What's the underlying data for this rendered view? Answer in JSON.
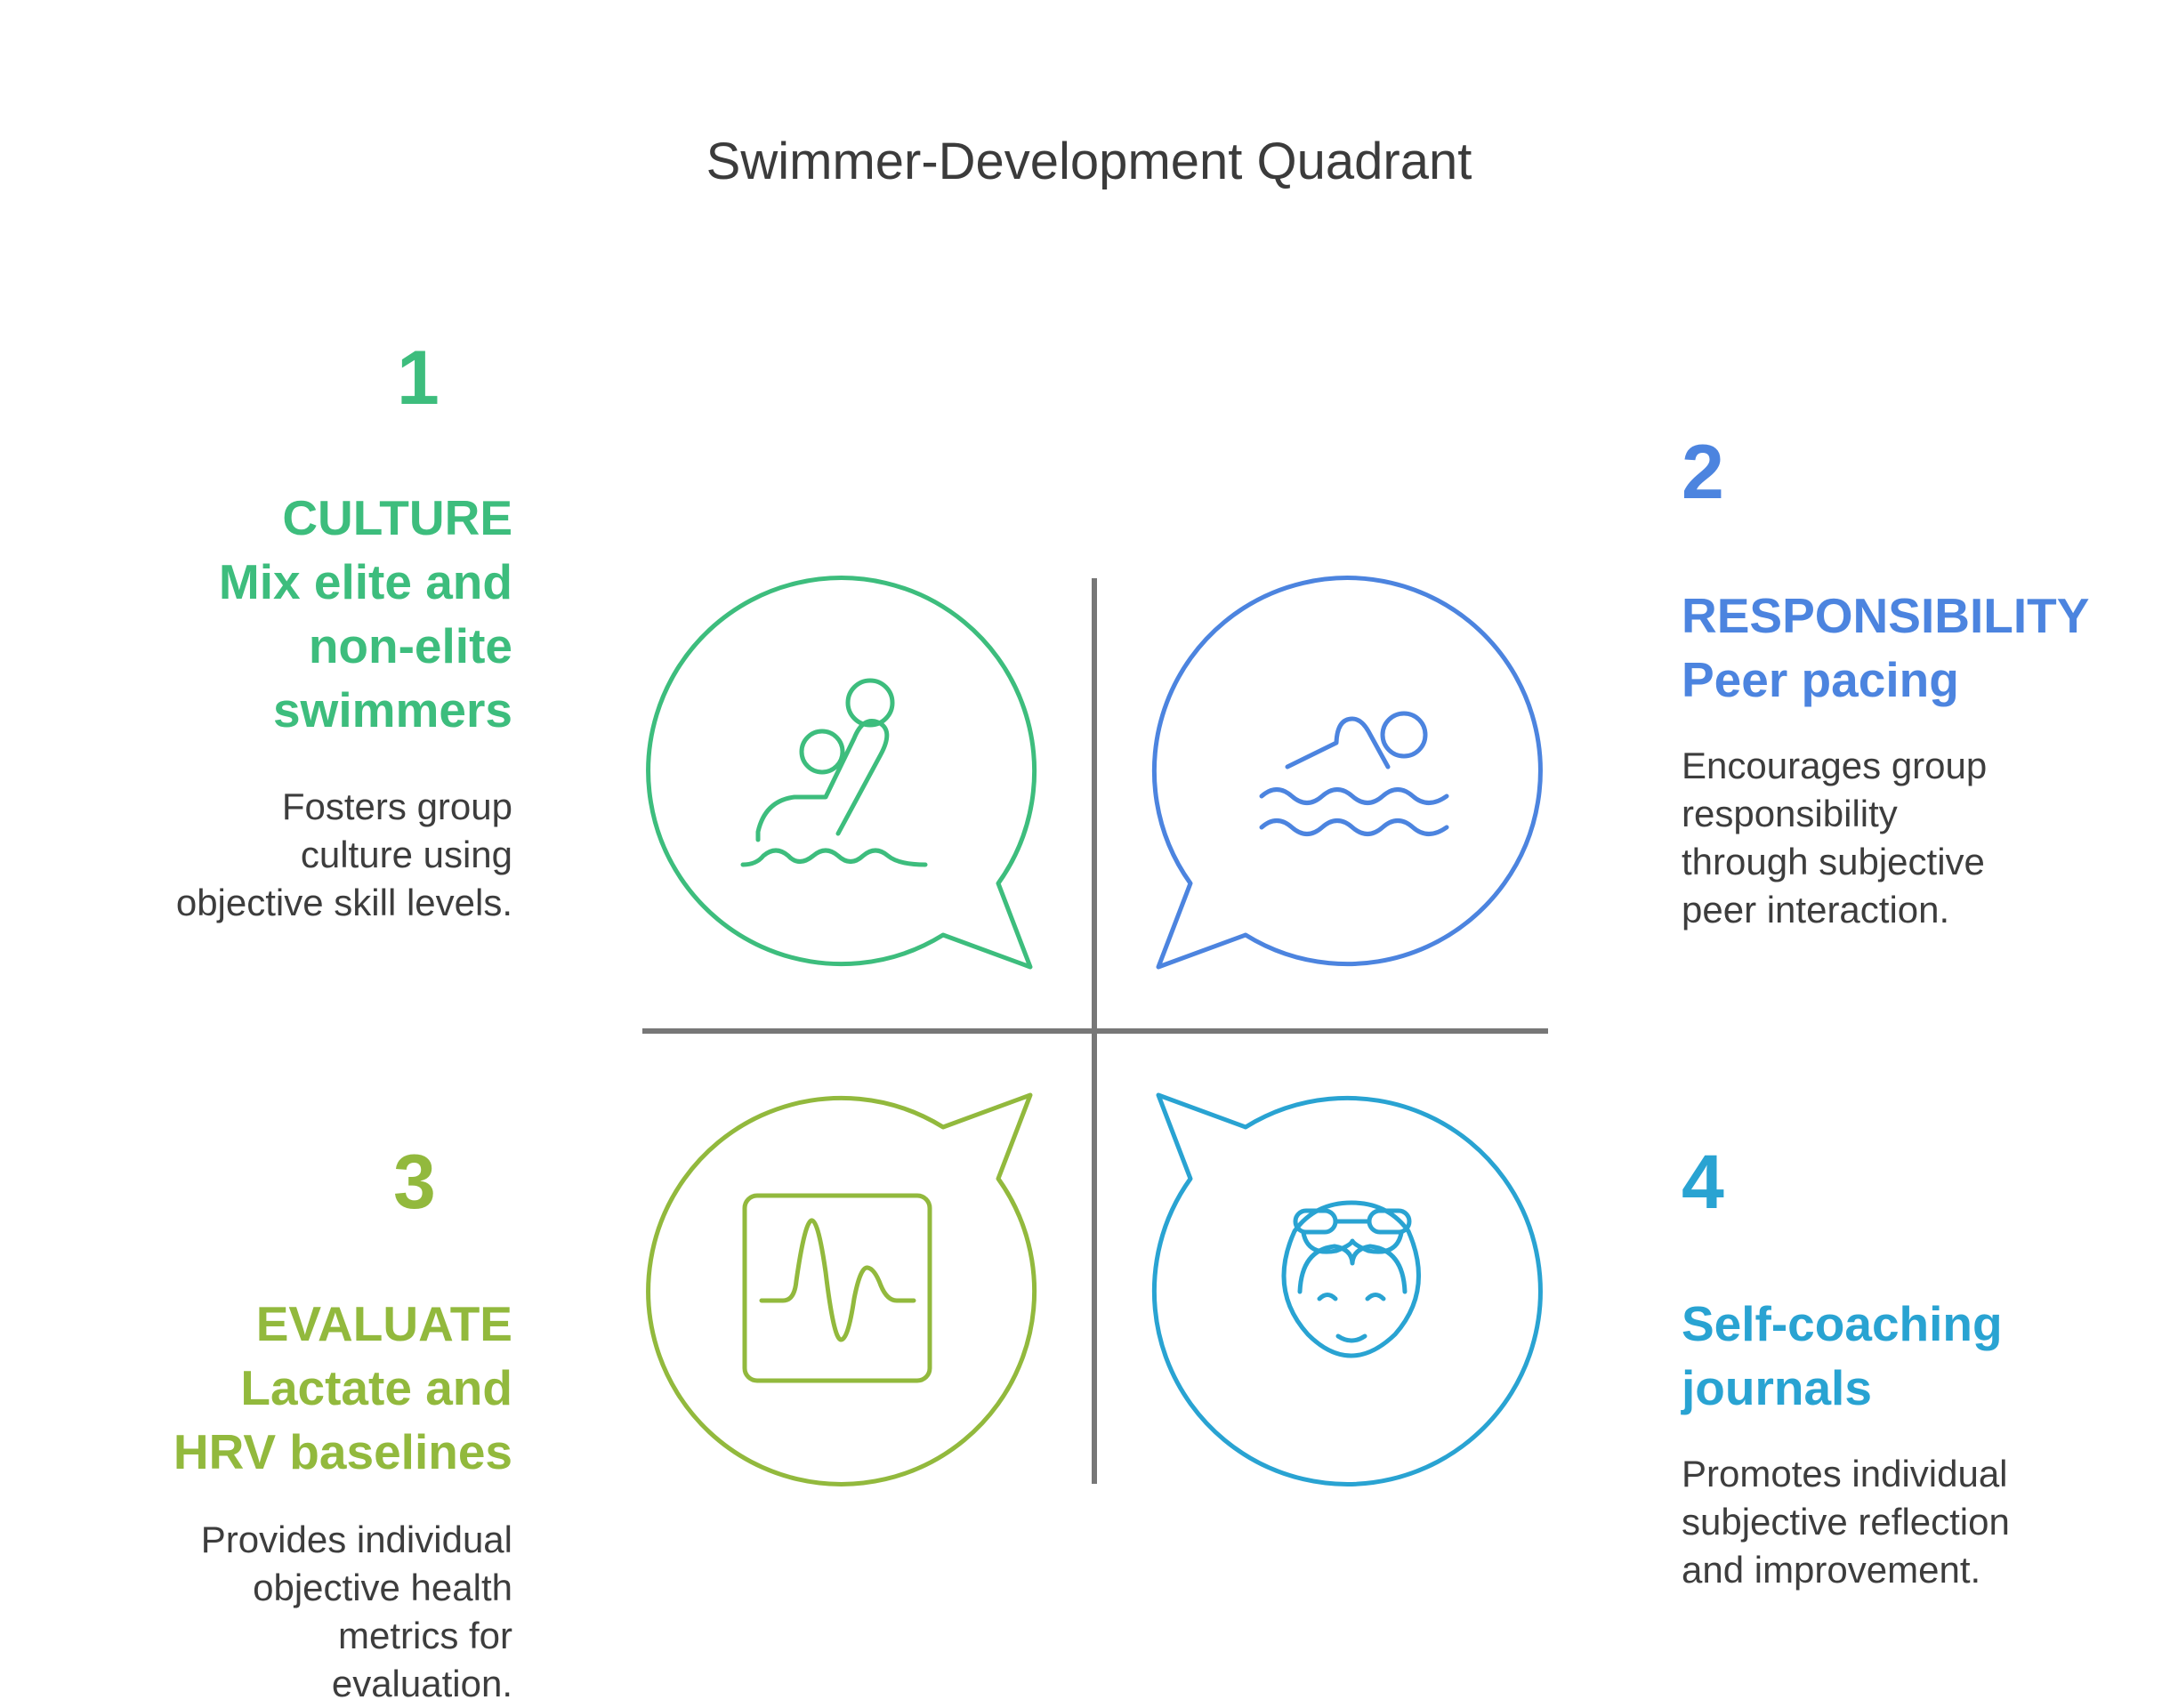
{
  "title": "Swimmer-Development Quadrant",
  "colors": {
    "q1": "#3dbd7d",
    "q2": "#4c84df",
    "q3": "#92b93d",
    "q4": "#29a3d2",
    "axis": "#777777",
    "text": "#3d3d3d"
  },
  "quadrants": [
    {
      "number": "1",
      "heading_lines": [
        "CULTURE",
        "Mix elite and",
        "non-elite",
        "swimmers"
      ],
      "desc_lines": [
        "Fosters group",
        "culture using",
        "objective skill levels."
      ],
      "icon": "water-polo-player-icon"
    },
    {
      "number": "2",
      "heading_lines": [
        "RESPONSIBILITY",
        "Peer pacing"
      ],
      "desc_lines": [
        "Encourages group",
        "responsibility",
        "through subjective",
        "peer interaction."
      ],
      "icon": "swimmer-icon"
    },
    {
      "number": "3",
      "heading_lines": [
        "EVALUATE",
        "Lactate and",
        "HRV baselines"
      ],
      "desc_lines": [
        "Provides individual",
        "objective health",
        "metrics for",
        "evaluation."
      ],
      "icon": "heart-monitor-icon"
    },
    {
      "number": "4",
      "heading_lines": [
        "Self-coaching",
        "journals"
      ],
      "desc_lines": [
        "Promotes individual",
        "subjective reflection",
        "and improvement."
      ],
      "icon": "swimmer-face-icon"
    }
  ]
}
